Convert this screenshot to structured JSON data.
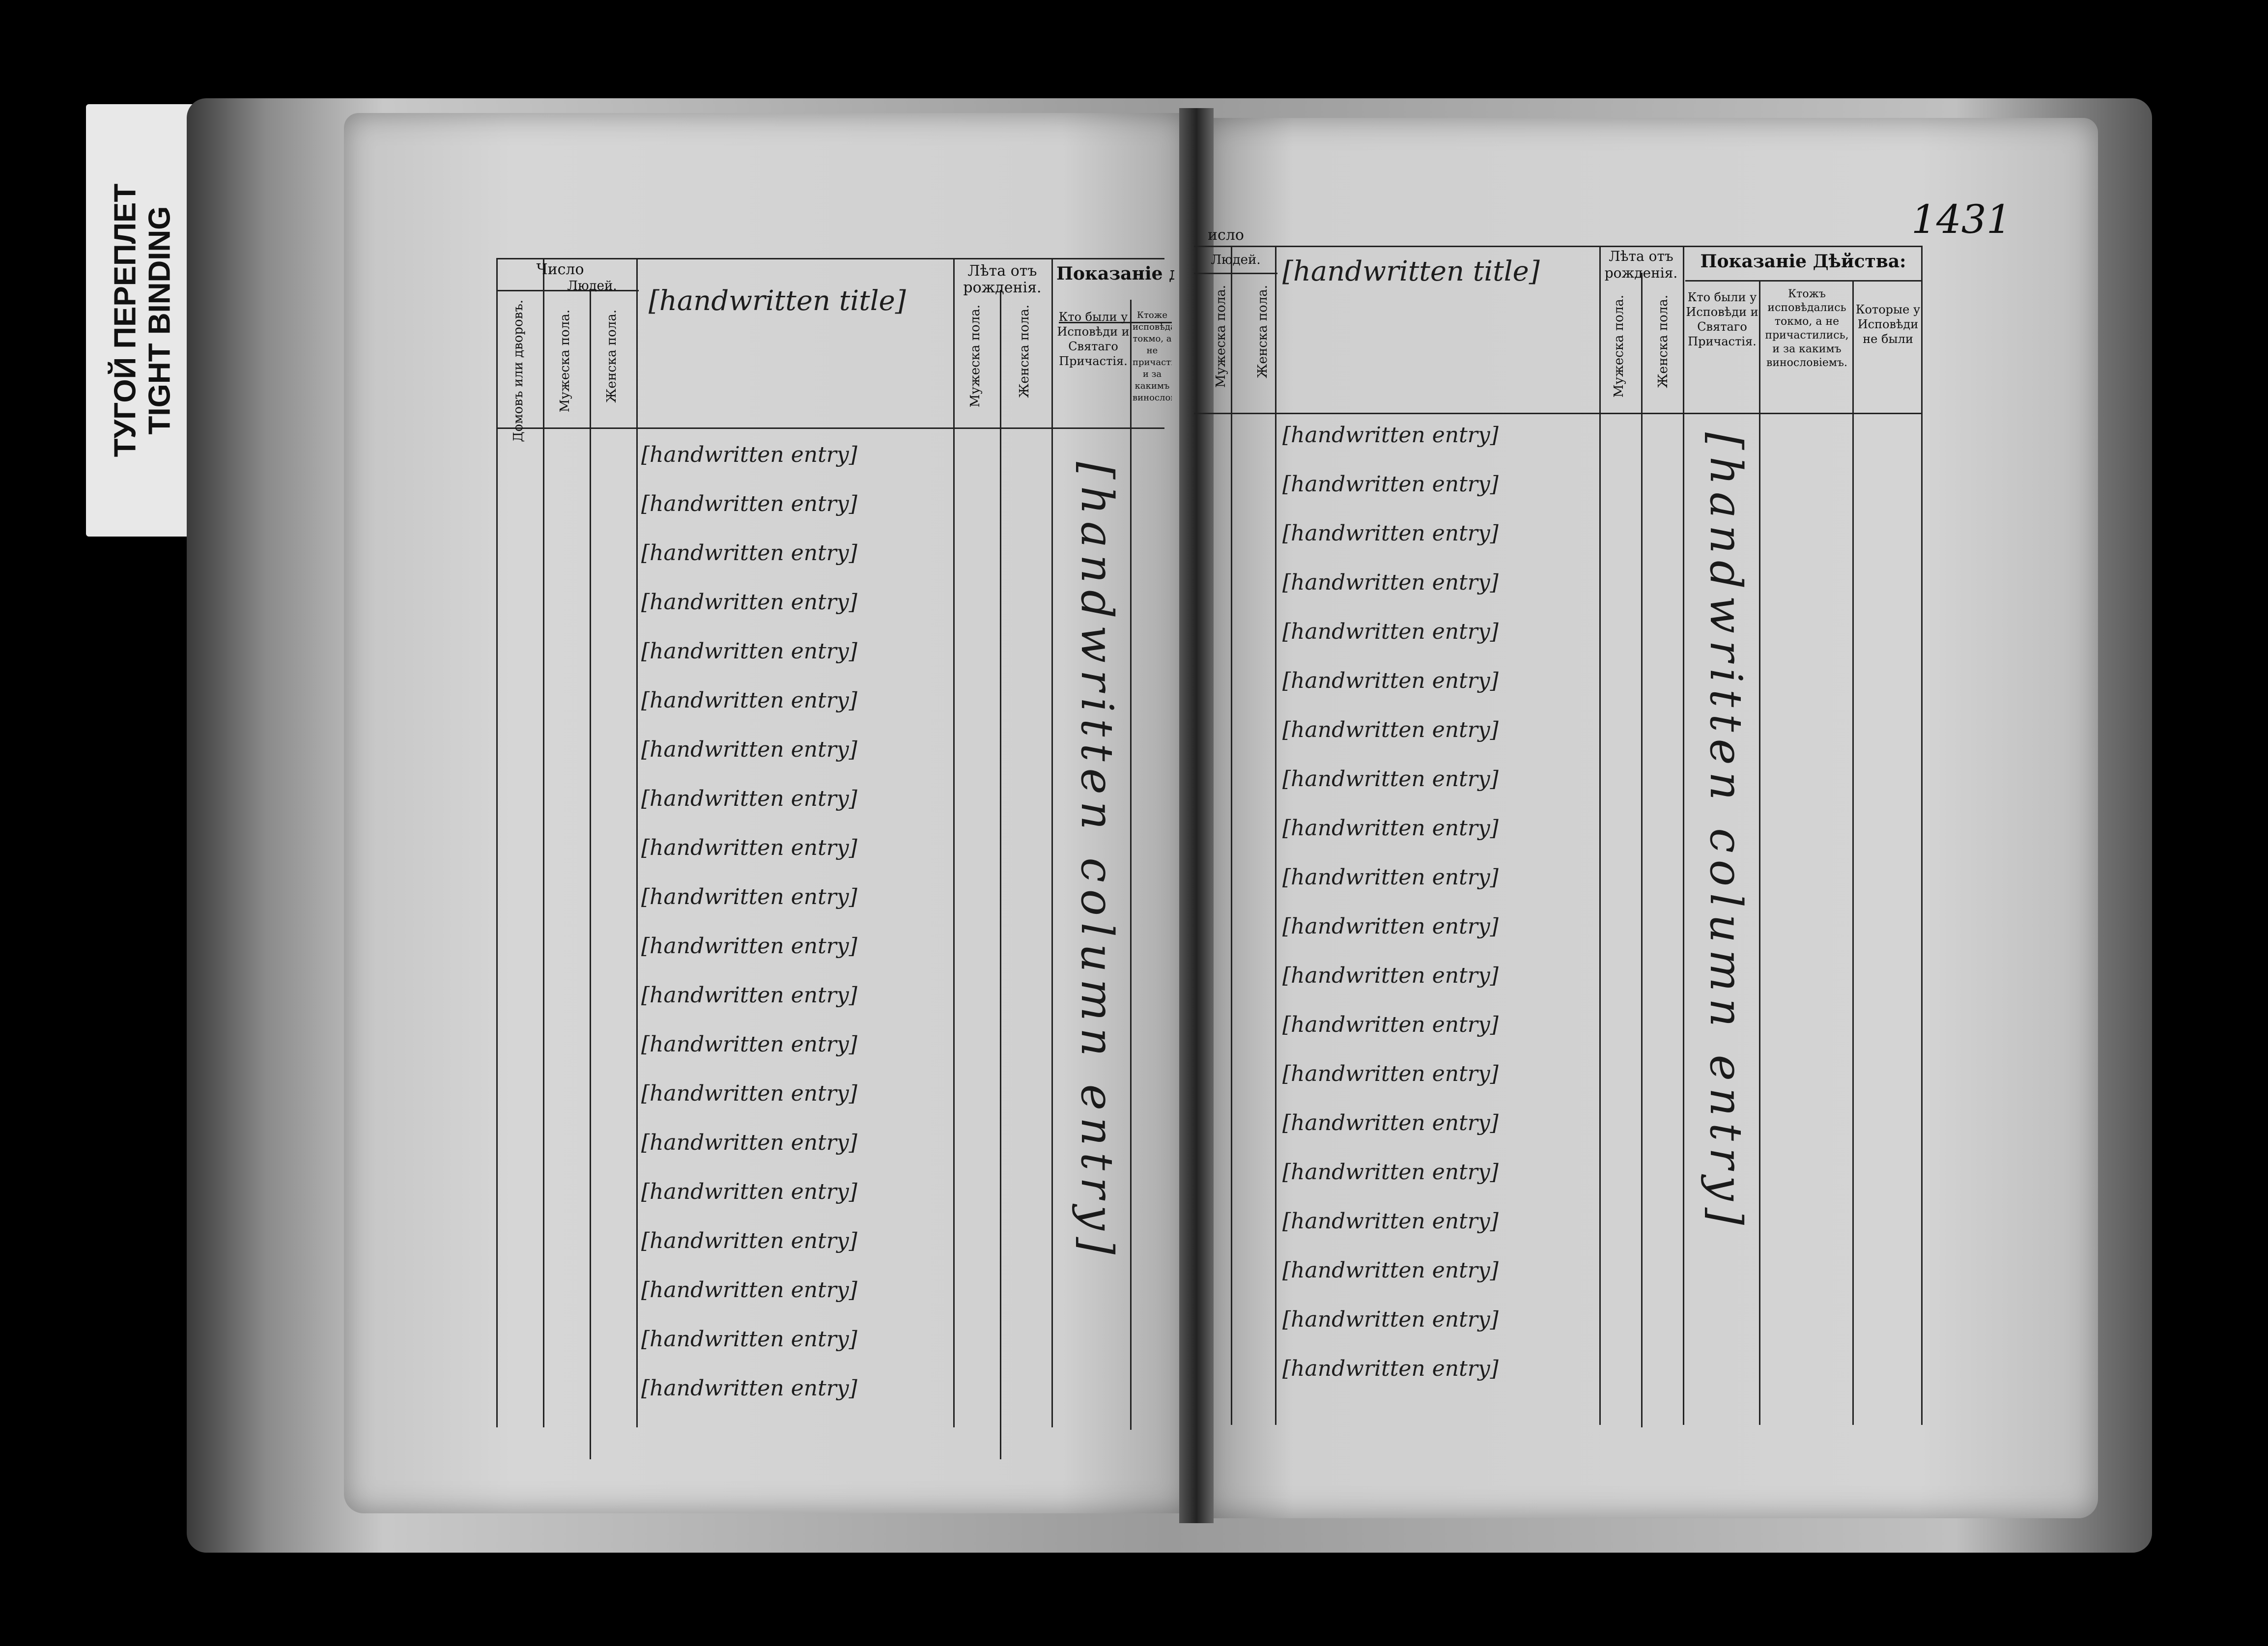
{
  "side_label": {
    "line1": "ТУГОЙ ПЕРЕПЛЕТ",
    "line2": "TIGHT BINDING"
  },
  "page_number": "1431",
  "left_page": {
    "headers": {
      "chislo": "Число",
      "lyudey": "Людей.",
      "domov": "Домовъ или дворовъ.",
      "muzh": "Мужеска пола.",
      "zhen": "Женска пола.",
      "leta": "Лѣта отъ рожденія.",
      "leta_m": "Мужеска пола.",
      "leta_zh": "Женска пола.",
      "pokazanie": "Показаніе д",
      "kto_byli": "Кто были у Исповѣди и Святаго Причастія.",
      "ktozh": "Ктоже исповѣдалися токмо, а не причастились, и за какимъ винословіемъ."
    },
    "title": "[handwritten title]",
    "vertical": "[handwritten column entry]",
    "entries": [
      "[handwritten entry]",
      "[handwritten entry]",
      "[handwritten entry]",
      "[handwritten entry]",
      "[handwritten entry]",
      "[handwritten entry]",
      "[handwritten entry]",
      "[handwritten entry]",
      "[handwritten entry]",
      "[handwritten entry]",
      "[handwritten entry]",
      "[handwritten entry]",
      "[handwritten entry]",
      "[handwritten entry]",
      "[handwritten entry]",
      "[handwritten entry]",
      "[handwritten entry]",
      "[handwritten entry]",
      "[handwritten entry]",
      "[handwritten entry]"
    ]
  },
  "right_page": {
    "headers": {
      "chislo": "исло",
      "lyudey": "Людей.",
      "muzh": "Мужеска пола.",
      "zhen": "Женска пола.",
      "leta": "Лѣта отъ рожденія.",
      "leta_m": "Мужеска пола.",
      "leta_zh": "Женска пола.",
      "pokazanie": "Показаніе Дѣйства:",
      "kto_byli": "Кто были у Исповѣди и Святаго Причастія.",
      "ktozh": "Ктожъ исповѣдались токмо, а не причастились, и за какимъ винословіемъ.",
      "kotorye": "Которые у Исповѣди не были"
    },
    "title": "[handwritten title]",
    "vertical": "[handwritten column entry]",
    "entries": [
      "[handwritten entry]",
      "[handwritten entry]",
      "[handwritten entry]",
      "[handwritten entry]",
      "[handwritten entry]",
      "[handwritten entry]",
      "[handwritten entry]",
      "[handwritten entry]",
      "[handwritten entry]",
      "[handwritten entry]",
      "[handwritten entry]",
      "[handwritten entry]",
      "[handwritten entry]",
      "[handwritten entry]",
      "[handwritten entry]",
      "[handwritten entry]",
      "[handwritten entry]",
      "[handwritten entry]",
      "[handwritten entry]",
      "[handwritten entry]"
    ]
  }
}
